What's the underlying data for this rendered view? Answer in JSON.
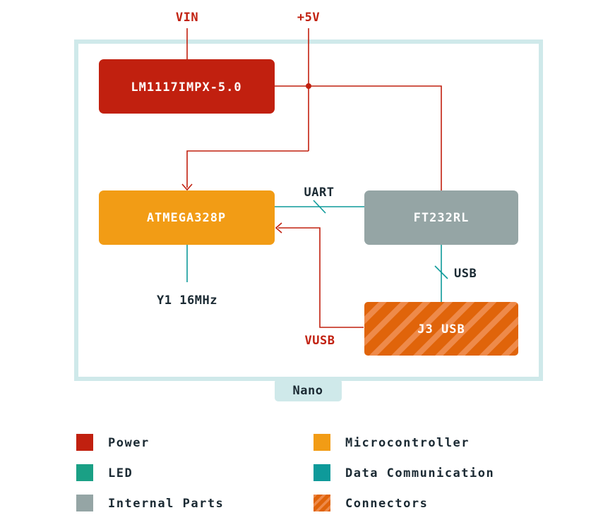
{
  "colors": {
    "power": "#c1200f",
    "microcontroller": "#f29c15",
    "led": "#1aa085",
    "data_communication": "#0e9a9a",
    "internal_parts": "#95a5a5",
    "connectors": "#e0640a",
    "connectors_stripe": "#ee8a4a",
    "board_outline": "#cfe9ea",
    "dark_text": "#1b2a33"
  },
  "signals": {
    "vin": "VIN",
    "v5": "+5V",
    "uart": "UART",
    "usb": "USB",
    "vusb": "VUSB",
    "crystal": "Y1 16MHz"
  },
  "blocks": {
    "regulator": "LM1117IMPX-5.0",
    "mcu": "ATMEGA328P",
    "usb_bridge": "FT232RL",
    "usb_connector": "J3 USB"
  },
  "board": {
    "name": "Nano"
  },
  "legend": [
    {
      "label": "Power",
      "key": "power"
    },
    {
      "label": "Microcontroller",
      "key": "microcontroller"
    },
    {
      "label": "LED",
      "key": "led"
    },
    {
      "label": "Data Communication",
      "key": "data_communication"
    },
    {
      "label": "Internal Parts",
      "key": "internal_parts"
    },
    {
      "label": "Connectors",
      "key": "connectors"
    }
  ]
}
